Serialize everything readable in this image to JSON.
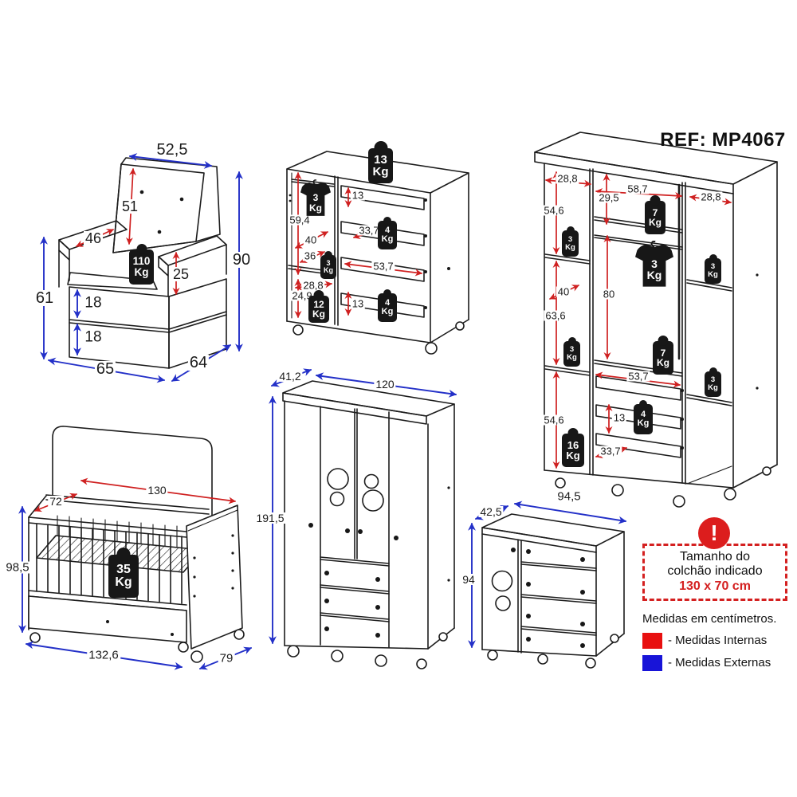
{
  "ref_label": "REF: MP4067",
  "colors": {
    "internal": "#cf2020",
    "external": "#2330c8",
    "icon_black": "#171717"
  },
  "notice": {
    "warning_glyph": "!",
    "line1": "Tamanho do",
    "line2": "colchão indicado",
    "mattress_size": "130 x 70 cm"
  },
  "legend": {
    "units_note": "Medidas em centímetros.",
    "internal_label": "- Medidas Internas",
    "external_label": "- Medidas Externas"
  },
  "armchair": {
    "top_width": "52,5",
    "back_height": "51",
    "arm_depth": "46",
    "arm_height": "25",
    "total_height": "90",
    "base_height": "61",
    "drawer1_height": "18",
    "drawer2_height": "18",
    "width": "65",
    "depth": "64",
    "max_weight": {
      "value": "110",
      "unit": "Kg"
    }
  },
  "commode": {
    "top_weight": {
      "value": "13",
      "unit": "Kg"
    },
    "rail_weight": {
      "value": "3",
      "unit": "Kg"
    },
    "top_drawer_height": "13",
    "left_height": "59,4",
    "drawer_depth": "33,7",
    "upper_drawer_weight": {
      "value": "4",
      "unit": "Kg"
    },
    "depth_front": "40",
    "depth_mid": "36",
    "shelf_weight": {
      "value": "3",
      "unit": "Kg"
    },
    "drawer_width": "53,7",
    "bottom_width": "28,8",
    "bottom_height": "24,9",
    "bottom_weight": {
      "value": "12",
      "unit": "Kg"
    },
    "bottom_drawer_height": "13",
    "lower_drawer_weight": {
      "value": "4",
      "unit": "Kg"
    }
  },
  "wardrobe": {
    "left_width": "28,8",
    "center_width": "58,7",
    "top_shelf_height": "29,5",
    "right_width": "28,8",
    "left_upper_height": "54,6",
    "top_shelf_weight": {
      "value": "7",
      "unit": "Kg"
    },
    "left_shelf1_weight": {
      "value": "3",
      "unit": "Kg"
    },
    "rod_weight": {
      "value": "3",
      "unit": "Kg"
    },
    "right_shelf1_weight": {
      "value": "3",
      "unit": "Kg"
    },
    "shelf_depth": "40",
    "hanging_height": "80",
    "left_mid_height": "63,6",
    "left_shelf2_weight": {
      "value": "3",
      "unit": "Kg"
    },
    "bottom_shelf_weight": {
      "value": "7",
      "unit": "Kg"
    },
    "drawer_width": "53,7",
    "right_shelf2_weight": {
      "value": "3",
      "unit": "Kg"
    },
    "left_lower_height": "54,6",
    "drawer_height": "13",
    "drawer_weight": {
      "value": "4",
      "unit": "Kg"
    },
    "base_weight": {
      "value": "16",
      "unit": "Kg"
    },
    "drawer_depth": "33,7"
  },
  "crib": {
    "inner_length": "130",
    "inner_width": "72",
    "max_weight": {
      "value": "35",
      "unit": "Kg"
    },
    "height": "98,5",
    "length": "132,6",
    "depth": "79"
  },
  "wardrobe_front": {
    "depth": "41,2",
    "width": "120",
    "height": "191,5"
  },
  "dresser": {
    "width": "94,5",
    "depth": "42,5",
    "height": "94"
  }
}
